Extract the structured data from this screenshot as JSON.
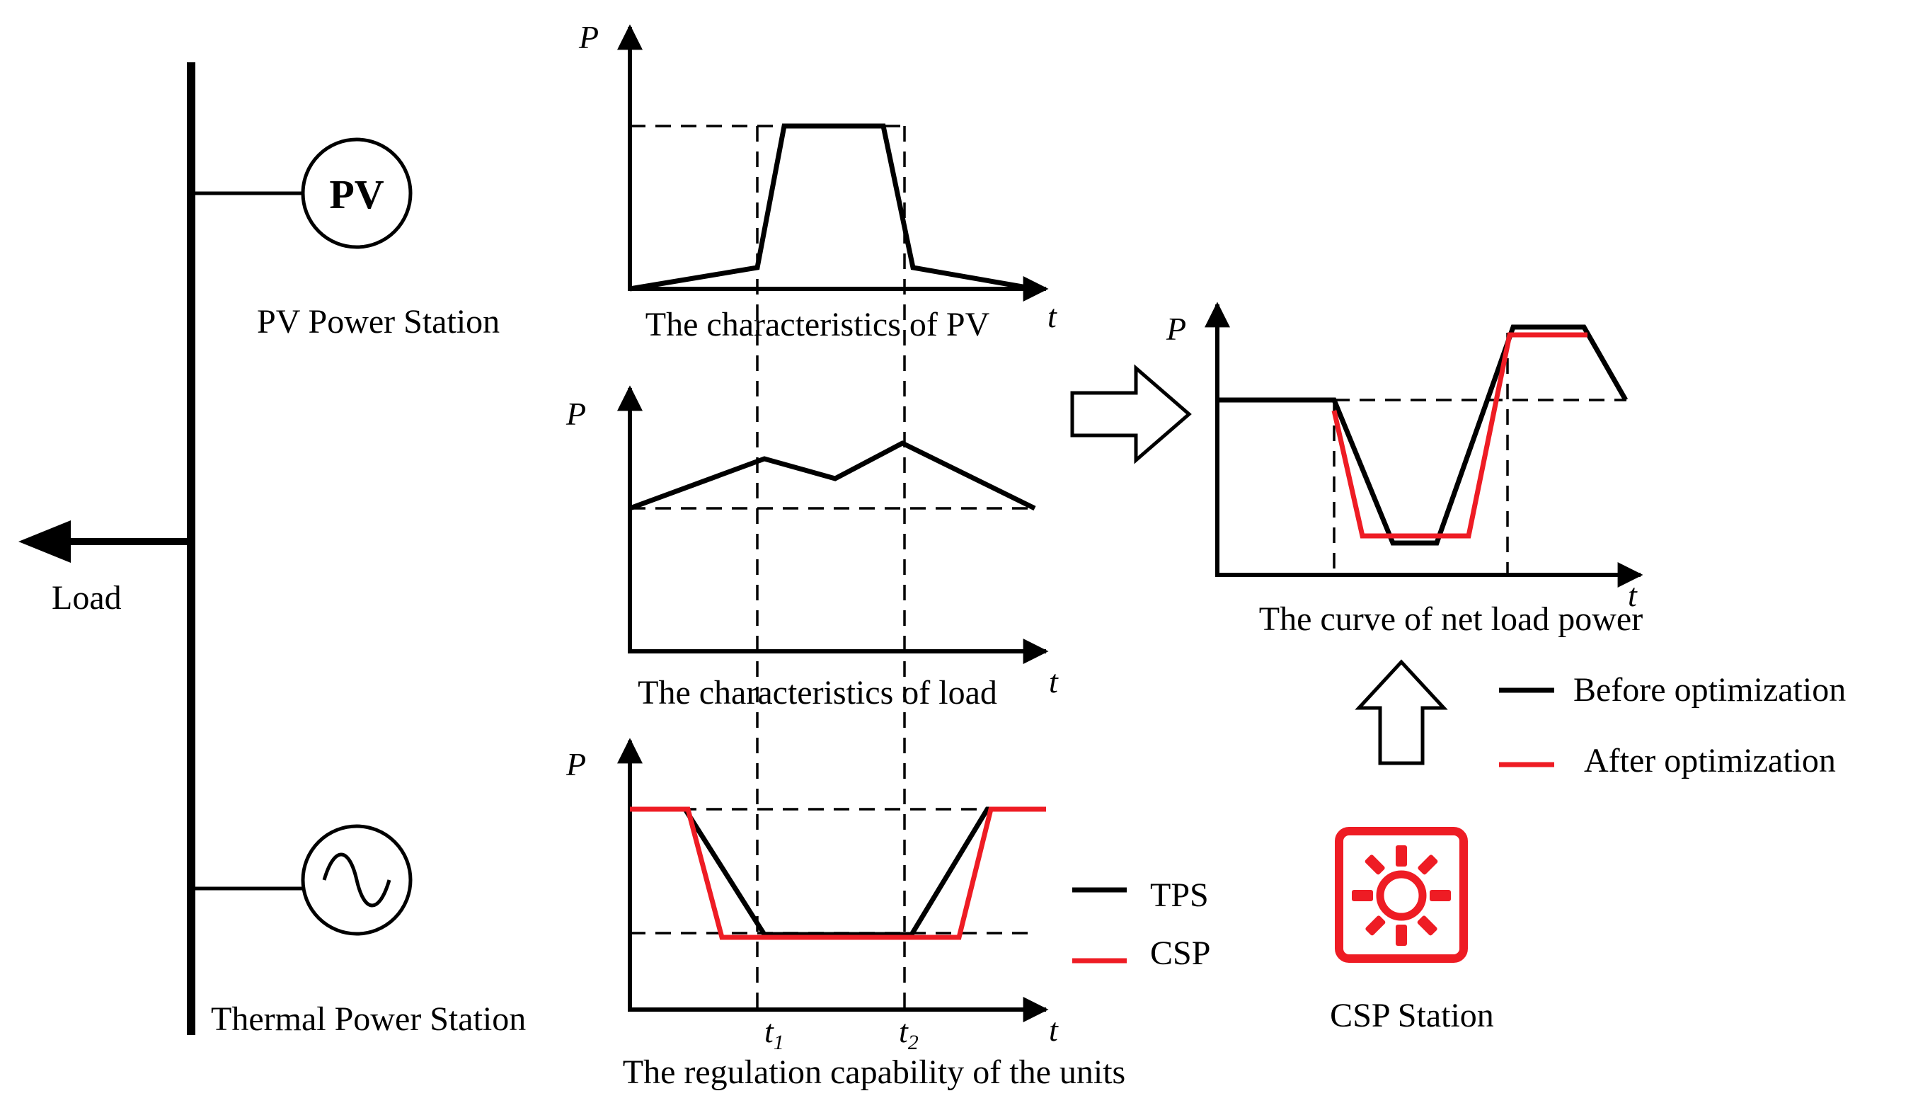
{
  "colors": {
    "ink": "#000000",
    "accent_red": "#ee1c24",
    "background": "#ffffff"
  },
  "bus": {
    "pv_symbol": "PV",
    "pv_caption": "PV Power Station",
    "load_caption": "Load",
    "thermal_caption": "Thermal Power Station",
    "thermal_icon": "ac-sine-icon"
  },
  "panels": {
    "pv": {
      "caption": "The characteristics of PV",
      "y_label": "P",
      "x_label": "t"
    },
    "load": {
      "caption": "The characteristics of load",
      "y_label": "P",
      "x_label": "t"
    },
    "regulation": {
      "caption": "The regulation capability of the units",
      "y_label": "P",
      "x_label": "t",
      "t1_main": "t",
      "t1_sub": "1",
      "t2_main": "t",
      "t2_sub": "2",
      "legend": [
        {
          "label": "TPS",
          "color": "#000000"
        },
        {
          "label": "CSP",
          "color": "#ee1c24"
        }
      ]
    },
    "net": {
      "caption": "The curve of net load power",
      "y_label": "P",
      "x_label": "t",
      "legend": [
        {
          "label": "Before optimization",
          "color": "#000000"
        },
        {
          "label": "After optimization",
          "color": "#ee1c24"
        }
      ]
    }
  },
  "csp": {
    "caption": "CSP Station",
    "icon": "sun-icon"
  },
  "arrows": {
    "right": "hollow-right-arrow-icon",
    "up": "hollow-up-arrow-icon"
  }
}
